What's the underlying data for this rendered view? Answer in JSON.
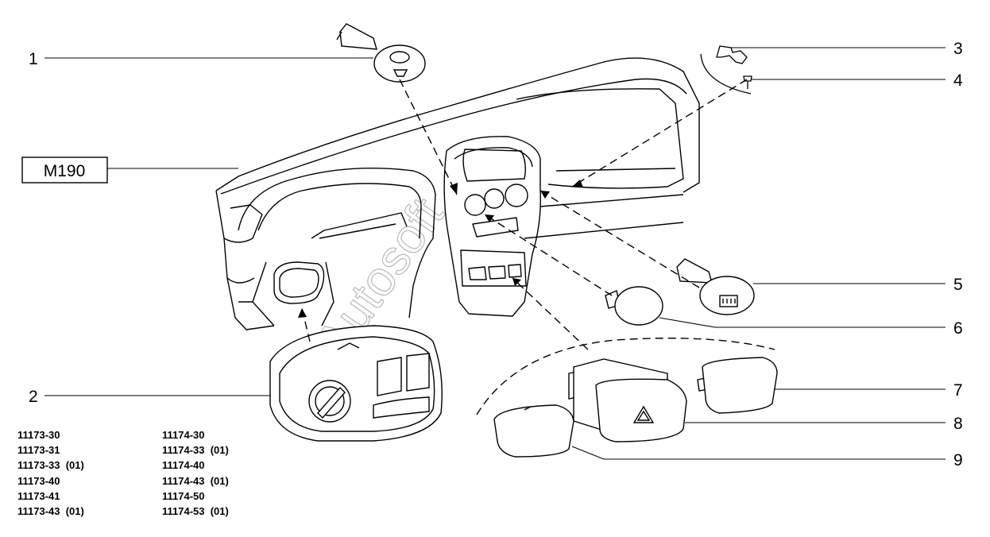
{
  "diagram": {
    "model_label": "M190",
    "callouts": [
      "1",
      "2",
      "3",
      "4",
      "5",
      "6",
      "7",
      "8",
      "9"
    ],
    "watermark": "Autosoft",
    "hazard_glyph": "warning-triangle"
  },
  "codes": {
    "left": [
      "11173-30",
      "11173-31",
      "11173-33  (01)",
      "11173-40",
      "11173-41",
      "11173-43  (01)"
    ],
    "right": [
      "11174-30",
      "11174-33  (01)",
      "11174-40",
      "11174-43  (01)",
      "11174-50",
      "11174-53  (01)"
    ]
  }
}
